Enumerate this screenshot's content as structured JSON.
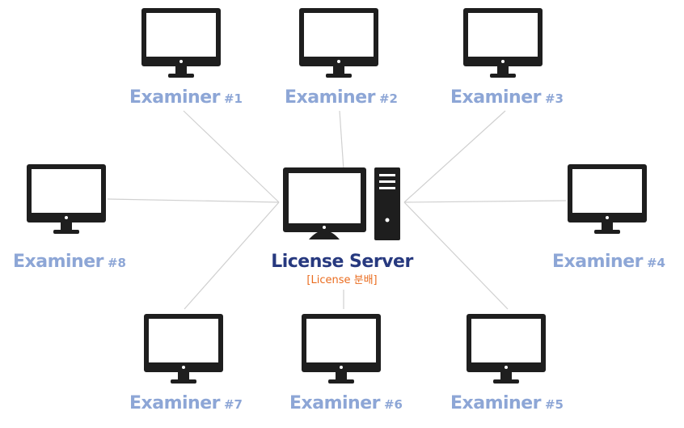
{
  "server": {
    "title": "License Server",
    "subtitle": "[License 분배]",
    "icon": "desktop-tower-icon"
  },
  "examiners": [
    {
      "id": "1",
      "name": "Examiner",
      "number": "#1",
      "icon": "monitor-icon"
    },
    {
      "id": "2",
      "name": "Examiner",
      "number": "#2",
      "icon": "monitor-icon"
    },
    {
      "id": "3",
      "name": "Examiner",
      "number": "#3",
      "icon": "monitor-icon"
    },
    {
      "id": "4",
      "name": "Examiner",
      "number": "#4",
      "icon": "monitor-icon"
    },
    {
      "id": "5",
      "name": "Examiner",
      "number": "#5",
      "icon": "monitor-icon"
    },
    {
      "id": "6",
      "name": "Examiner",
      "number": "#6",
      "icon": "monitor-icon"
    },
    {
      "id": "7",
      "name": "Examiner",
      "number": "#7",
      "icon": "monitor-icon"
    },
    {
      "id": "8",
      "name": "Examiner",
      "number": "#8",
      "icon": "monitor-icon"
    }
  ],
  "colors": {
    "examiner_label": "#8da6d6",
    "server_title": "#27397f",
    "server_subtitle": "#ea6c1f",
    "icon": "#1e1e1e",
    "connector": "#d0d0d0"
  }
}
